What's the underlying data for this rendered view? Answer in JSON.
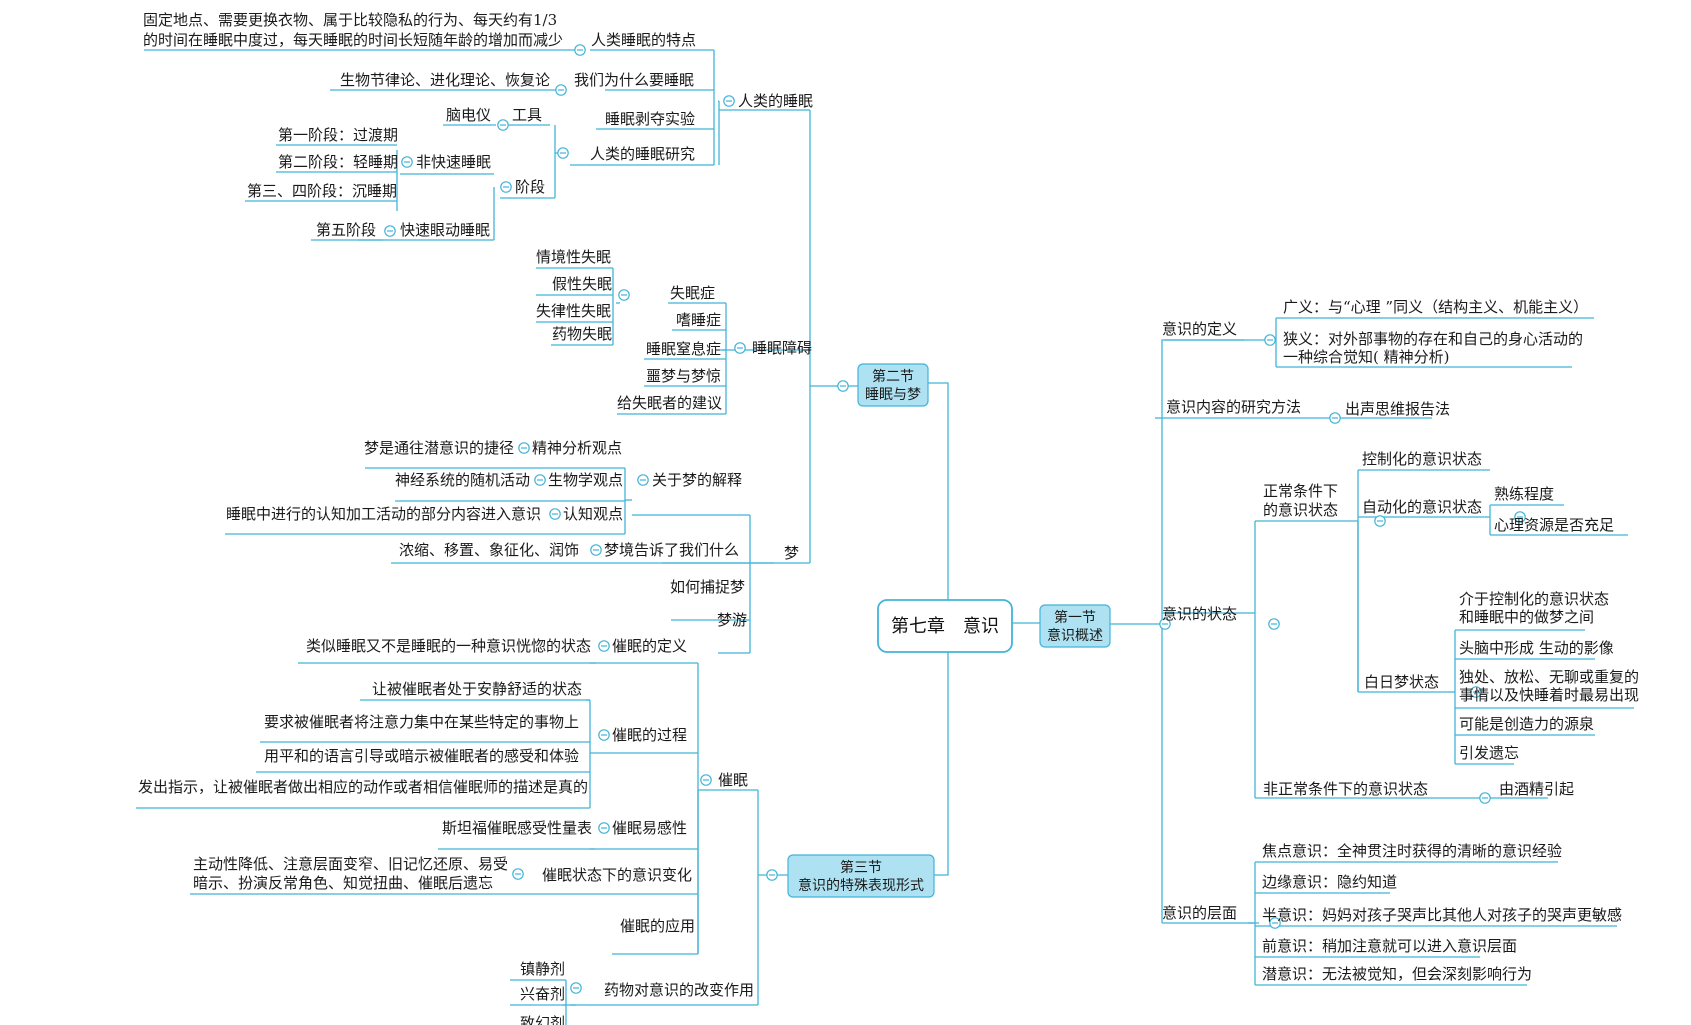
{
  "root": {
    "label": "第七章　意识"
  },
  "sec1": {
    "line1": "第一节",
    "line2": "意识概述",
    "def": {
      "label": "意识的定义",
      "broad": "广义：与“心理 ”同义（结构主义、机能主义）",
      "narrow1": "狭义：对外部事物的存在和自己的身心活动的",
      "narrow2": "一种综合觉知( 精神分析)"
    },
    "method": {
      "label": "意识内容的研究方法",
      "value": "出声思维报告法"
    },
    "states": {
      "label": "意识的状态",
      "normal1": "正常条件下",
      "normal2": "的意识状态",
      "controlled": "控制化的意识状态",
      "auto": "自动化的意识状态",
      "auto_a": "熟练程度",
      "auto_b": "心理资源是否充足",
      "daydream": "白日梦状态",
      "dd1a": "介于控制化的意识状态",
      "dd1b": "和睡眠中的做梦之间",
      "dd2": "头脑中形成  生动的影像",
      "dd3a": "独处、放松、无聊或重复的",
      "dd3b": "事情以及快睡着时最易出现",
      "dd4": "可能是创造力的源泉",
      "dd5": "引发遗忘",
      "abnormal": "非正常条件下的意识状态",
      "alcohol": "由酒精引起"
    },
    "levels": {
      "label": "意识的层面",
      "focal": "焦点意识：全神贯注时获得的清晰的意识经验",
      "marginal": "边缘意识：隐约知道",
      "semi": "半意识：妈妈对孩子哭声比其他人对孩子的哭声更敏感",
      "pre": "前意识：稍加注意就可以进入意识层面",
      "sub": "潜意识：无法被觉知，但会深刻影响行为"
    }
  },
  "sec2": {
    "line1": "第二节",
    "line2": "睡眠与梦",
    "human": {
      "label": "人类的睡眠",
      "features": "人类睡眠的特点",
      "feat1": "固定地点、需要更换衣物、属于比较隐私的行为、每天约有1/3",
      "feat2": "的时间在睡眠中度过，每天睡眠的时间长短随年龄的增加而减少",
      "why": "我们为什么要睡眠",
      "theories": "生物节律论、进化理论、恢复论",
      "deprivation": "睡眠剥夺实验",
      "research": "人类的睡眠研究",
      "tool": "工具",
      "eeg": "脑电仪",
      "stage": "阶段",
      "nrem": "非快速睡眠",
      "s1": "第一阶段：过渡期",
      "s2": "第二阶段：轻睡期",
      "s34": "第三、四阶段：沉睡期",
      "s5": "第五阶段",
      "rem": "快速眼动睡眠"
    },
    "disorders": {
      "label": "睡眠障碍",
      "insomnia": "失眠症",
      "i1": "情境性失眠",
      "i2": "假性失眠",
      "i3": "失律性失眠",
      "i4": "药物失眠",
      "hyper": "嗜睡症",
      "apnea": "睡眠窒息症",
      "nightmare": "噩梦与梦惊",
      "advice": "给失眠者的建议"
    },
    "dream": {
      "label": "梦",
      "explain": "关于梦的解释",
      "psa_v": "梦是通往潜意识的捷径",
      "psa": "精神分析观点",
      "bio_v": "神经系统的随机活动",
      "bio": "生物学观点",
      "cog_v": "睡眠中进行的认知加工活动的部分内容进入意识",
      "cog": "认知观点",
      "tells": "梦境告诉了我们什么",
      "tells_v": "浓缩、移置、象征化、润饰",
      "capture": "如何捕捉梦",
      "sleepwalk": "梦游"
    }
  },
  "sec3": {
    "line1": "第三节",
    "line2": "意识的特殊表现形式",
    "hypnosis": {
      "label": "催眠",
      "def": "催眠的定义",
      "def_v": "类似睡眠又不是睡眠的一种意识恍惚的状态",
      "process": "催眠的过程",
      "p1": "让被催眠者处于安静舒适的状态",
      "p2": "要求被催眠者将注意力集中在某些特定的事物上",
      "p3": "用平和的语言引导或暗示被催眠者的感受和体验",
      "p4": "发出指示，让被催眠者做出相应的动作或者相信催眠师的描述是真的",
      "suscept": "催眠易感性",
      "scale": "斯坦福催眠感受性量表",
      "change": "催眠状态下的意识变化",
      "change1": "主动性降低、注意层面变窄、旧记忆还原、易受",
      "change2": "暗示、扮演反常角色、知觉扭曲、催眠后遗忘",
      "apply": "催眠的应用"
    },
    "drugs": {
      "label": "药物对意识的改变作用",
      "d1": "镇静剂",
      "d2": "兴奋剂",
      "d3": "致幻剂"
    }
  }
}
